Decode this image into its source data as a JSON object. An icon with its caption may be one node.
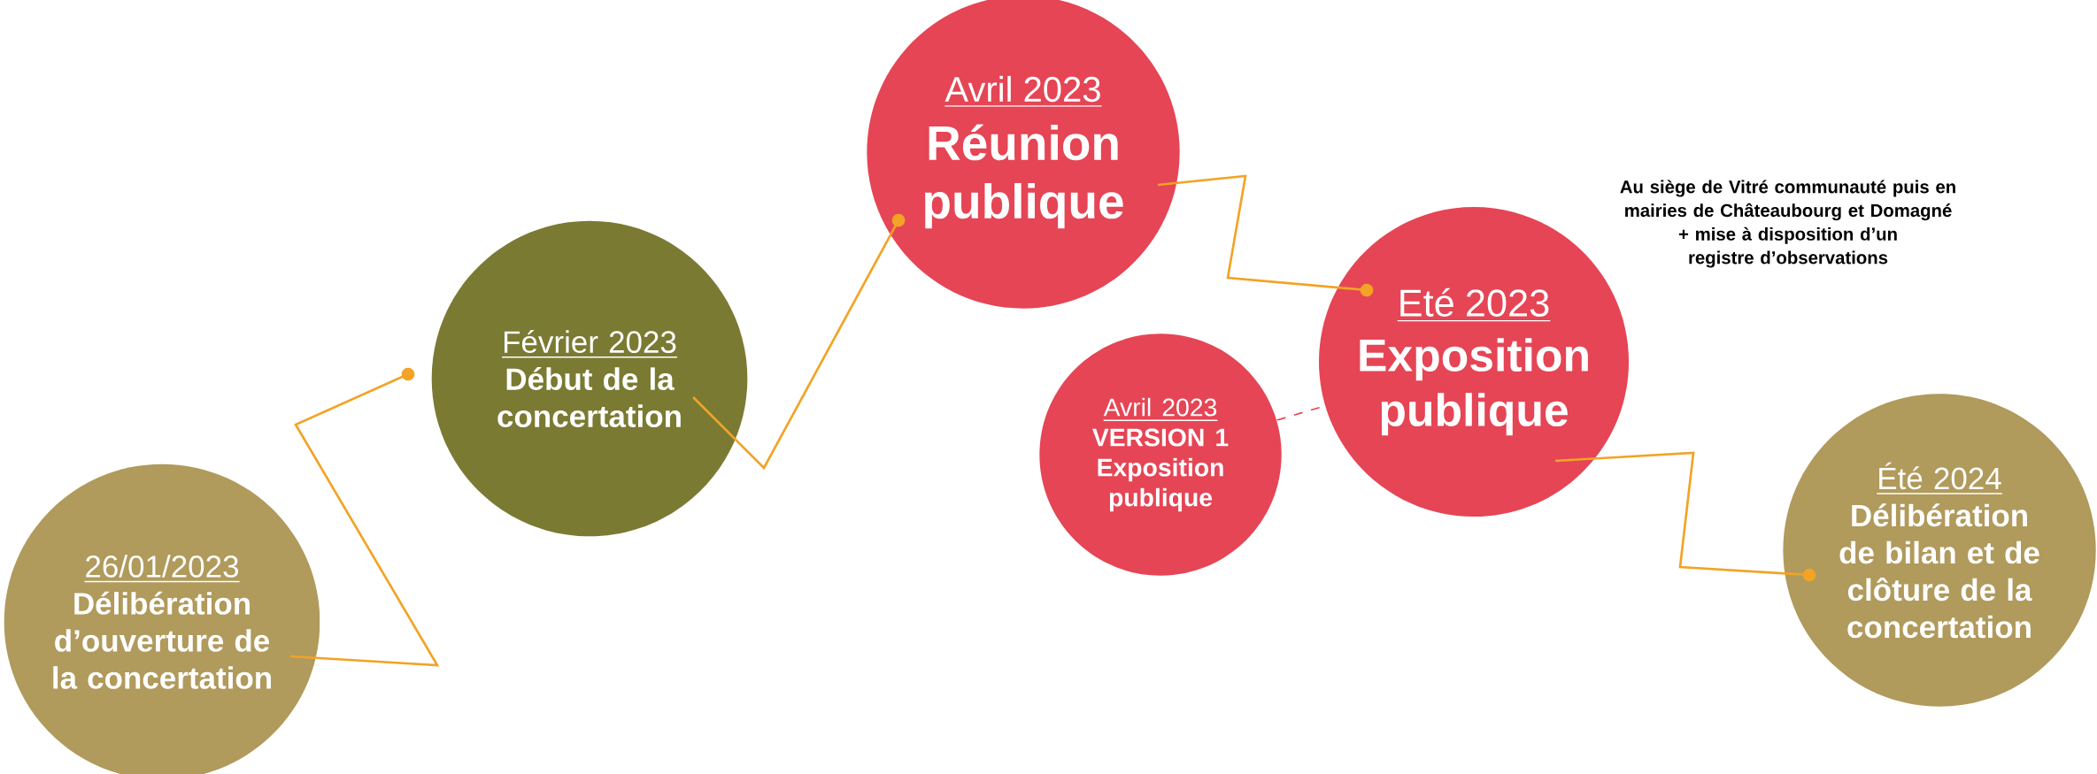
{
  "diagram": {
    "nodes": [
      {
        "text": [
          "26/01/2023",
          "Délibération d’ouverture de la concertation"
        ]
      },
      {
        "text": [
          "Février 2023",
          "Début de la concertation"
        ]
      },
      {
        "text": [
          "Avril 2023",
          "Réunion publique"
        ]
      },
      {
        "text": [
          "Eté 2023",
          "Exposition publique"
        ],
        "beside": [
          "Au siège de Vitré communauté puis en mairies de Châteaubourg et Domagné",
          "+ mise à disposition d’un registre d’observations"
        ]
      },
      {
        "text": [
          "Avril 2023",
          "VERSION 1 Exposition publique"
        ]
      },
      {
        "text": [
          "Été 2024",
          "Délibération de bilan et de clôture de la concertation"
        ]
      }
    ],
    "edges": [
      {
        "from": 0,
        "to": 1,
        "arrow": "other"
      },
      {
        "from": 1,
        "to": 2,
        "arrow": "other"
      },
      {
        "from": 2,
        "to": 3,
        "arrow": "other"
      },
      {
        "from": 3,
        "to": 5,
        "arrow": "other"
      },
      {
        "from": 4,
        "to": 3,
        "arrow": "none",
        "style": "dashed",
        "color": "#e54555"
      }
    ]
  }
}
